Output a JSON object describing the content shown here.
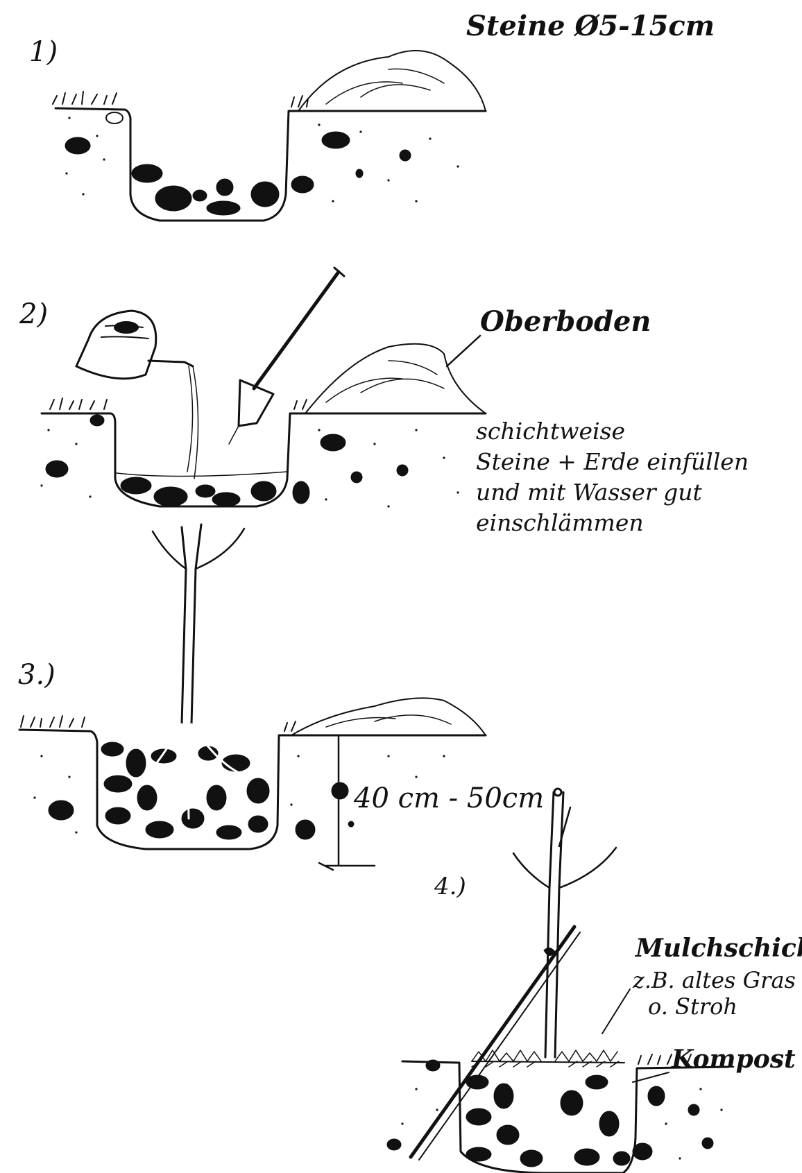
{
  "stones_caption": "Steine Ø5-15cm",
  "steps": {
    "step1": "1)",
    "step2": "2)",
    "step3": "3.)",
    "step4": "4.)"
  },
  "topsoil_label": "Oberboden",
  "instruction": {
    "line1": "schichtweise",
    "line2": "Steine + Erde einfüllen",
    "line3": "und mit Wasser gut",
    "line4": "einschlämmen"
  },
  "depth_label": "40 cm - 50cm",
  "mulch": {
    "label": "Mulchschicht",
    "example": "z.B. altes Gras",
    "alternative": "o. Stroh"
  },
  "compost_label": "Kompost",
  "colors": {
    "ink": "#111111",
    "paper": "#ffffff"
  }
}
